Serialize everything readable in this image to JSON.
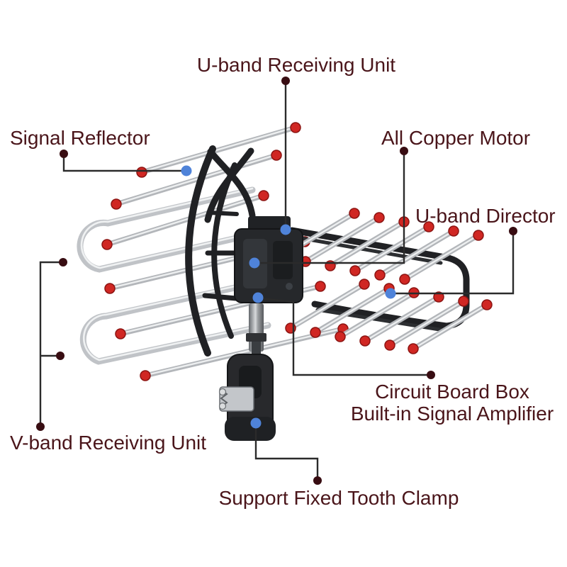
{
  "diagram": {
    "description": "Outdoor rotating TV antenna parts callout diagram",
    "background_color": "#ffffff"
  },
  "labels": {
    "u_band_receiving_unit": "U-band Receiving Unit",
    "signal_reflector": "Signal Reflector",
    "all_copper_motor": "All Copper Motor",
    "u_band_director": "U-band Director",
    "circuit_board_box_line1": "Circuit Board Box",
    "circuit_board_box_line2": "Built-in Signal Amplifier",
    "v_band_receiving_unit": "V-band Receiving Unit",
    "support_fixed_tooth_clamp": "Support Fixed Tooth Clamp"
  },
  "colors": {
    "label_text": "#4a151a",
    "leader_line": "#2b2b2b",
    "callout_dot_maroon": "#380d12",
    "target_dot_blue": "#4f83d9",
    "element_tip_red": "#d02723",
    "chrome_rod": "#b3b6ba",
    "frame_dark": "#202124"
  }
}
